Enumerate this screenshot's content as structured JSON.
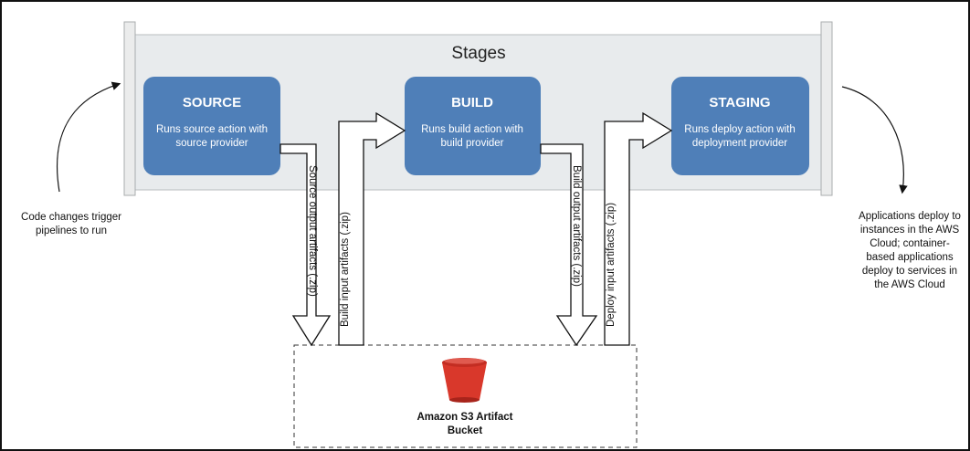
{
  "stages_label": "Stages",
  "stages": [
    {
      "title": "SOURCE",
      "desc_line1": "Runs source action with",
      "desc_line2": "source provider"
    },
    {
      "title": "BUILD",
      "desc_line1": "Runs build action with",
      "desc_line2": "build provider"
    },
    {
      "title": "STAGING",
      "desc_line1": "Runs deploy action with",
      "desc_line2": "deployment provider"
    }
  ],
  "artifacts": {
    "source_output": "Source output artifacts (.zip)",
    "build_input": "Build input artifacts (.zip)",
    "build_output": "Build output artifacts (.zip)",
    "deploy_input": "Deploy input artifacts (.zip)"
  },
  "left_note": [
    "Code changes trigger",
    "pipelines to run"
  ],
  "right_note": [
    "Applications deploy to",
    "instances in the AWS",
    "Cloud; container-",
    "based applications",
    "deploy to services in",
    "the AWS Cloud"
  ],
  "bucket": {
    "line1": "Amazon S3 Artifact",
    "line2": "Bucket"
  },
  "colors": {
    "stage_box": "#4f7fb8",
    "pipeline_bg": "#e8ebed",
    "bucket_red": "#d9382b"
  }
}
